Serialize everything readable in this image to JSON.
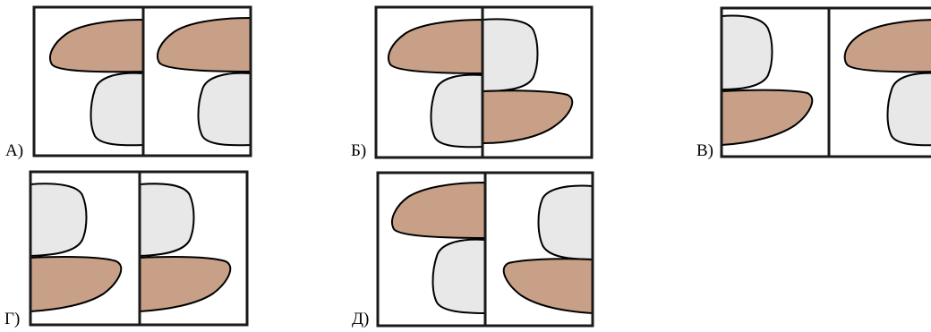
{
  "colors": {
    "cap": "#c8a088",
    "stem": "#e8e8e8",
    "outline": "#000000",
    "frame": "#1a1a1a",
    "background": "#ffffff"
  },
  "options": [
    {
      "label": "А)",
      "left_cell": "cap-top",
      "right_cell": "cap-top"
    },
    {
      "label": "Б)",
      "left_cell": "cap-top",
      "right_cell": "stem-top"
    },
    {
      "label": "В)",
      "left_cell": "stem-top",
      "right_cell": "cap-top"
    },
    {
      "label": "Г)",
      "left_cell": "stem-top",
      "right_cell": "stem-top"
    },
    {
      "label": "Д)",
      "left_cell": "cap-top",
      "right_cell": "stem-top-reversed"
    }
  ]
}
